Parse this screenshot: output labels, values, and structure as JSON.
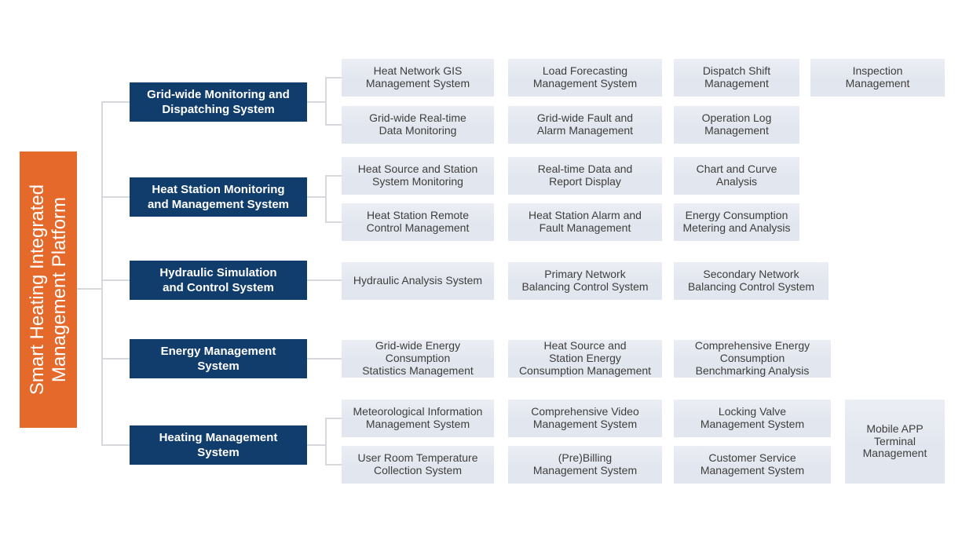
{
  "title": "Smart Heating Integrated Management Platform",
  "colors": {
    "accent_orange": "#E5692B",
    "branch_navy": "#113D6C",
    "node_background": "#E2E6EE",
    "node_text": "#3E3E3E",
    "connector_line": "#D6D8DB",
    "background": "#FFFFFF"
  },
  "root": {
    "label": "Smart Heating Integrated\nManagement Platform"
  },
  "groups": [
    {
      "label": "Grid-wide Monitoring and\nDispatching System",
      "rows": [
        [
          "Heat Network GIS\nManagement System",
          "Load Forecasting\nManagement System",
          "Dispatch Shift\nManagement",
          "Inspection\nManagement"
        ],
        [
          "Grid-wide Real-time\nData Monitoring",
          "Grid-wide Fault and\nAlarm Management",
          "Operation Log\nManagement"
        ]
      ]
    },
    {
      "label": "Heat Station Monitoring\nand Management System",
      "rows": [
        [
          "Heat Source and Station\nSystem Monitoring",
          "Real-time Data and\nReport Display",
          "Chart and Curve\nAnalysis"
        ],
        [
          "Heat Station Remote\nControl Management",
          "Heat Station Alarm and\nFault Management",
          "Energy Consumption\nMetering and Analysis"
        ]
      ]
    },
    {
      "label": "Hydraulic Simulation\nand Control System",
      "rows": [
        [
          "Hydraulic Analysis System",
          "Primary Network\nBalancing Control System",
          "Secondary Network\nBalancing Control System"
        ]
      ]
    },
    {
      "label": "Energy Management\nSystem",
      "rows": [
        [
          "Grid-wide Energy\nConsumption\nStatistics Management",
          "Heat Source and\nStation Energy\nConsumption Management",
          "Comprehensive Energy\nConsumption\nBenchmarking Analysis"
        ]
      ]
    },
    {
      "label": "Heating Management\nSystem",
      "rows": [
        [
          "Meteorological Information\nManagement System",
          "Comprehensive Video\nManagement System",
          "Locking Valve\nManagement System"
        ],
        [
          "User Room Temperature\nCollection System",
          "(Pre)Billing\nManagement System",
          "Customer Service\nManagement System"
        ]
      ],
      "spanning_child": "Mobile APP\nTerminal\nManagement"
    }
  ]
}
